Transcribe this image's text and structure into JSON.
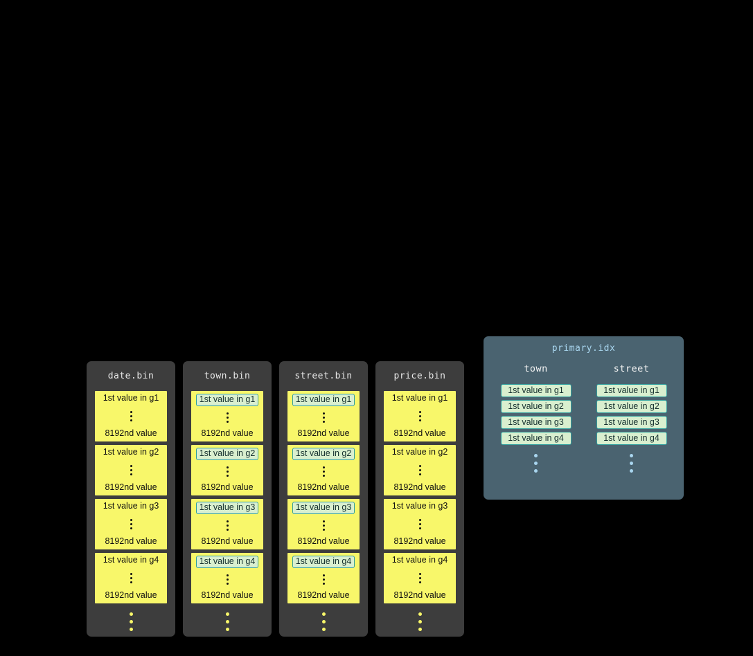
{
  "bin_files": [
    {
      "name": "date.bin",
      "granules": [
        {
          "first": "1st value in g1",
          "last": "8192nd value"
        },
        {
          "first": "1st value in g2",
          "last": "8192nd value"
        },
        {
          "first": "1st value in g3",
          "last": "8192nd value"
        },
        {
          "first": "1st value in g4",
          "last": "8192nd value"
        }
      ]
    },
    {
      "name": "town.bin",
      "granules": [
        {
          "first": "1st value in g1",
          "last": "8192nd value"
        },
        {
          "first": "1st value in g2",
          "last": "8192nd value"
        },
        {
          "first": "1st value in g3",
          "last": "8192nd value"
        },
        {
          "first": "1st value in g4",
          "last": "8192nd value"
        }
      ]
    },
    {
      "name": "street.bin",
      "granules": [
        {
          "first": "1st value in g1",
          "last": "8192nd value"
        },
        {
          "first": "1st value in g2",
          "last": "8192nd value"
        },
        {
          "first": "1st value in g3",
          "last": "8192nd value"
        },
        {
          "first": "1st value in g4",
          "last": "8192nd value"
        }
      ]
    },
    {
      "name": "price.bin",
      "granules": [
        {
          "first": "1st value in g1",
          "last": "8192nd value"
        },
        {
          "first": "1st value in g2",
          "last": "8192nd value"
        },
        {
          "first": "1st value in g3",
          "last": "8192nd value"
        },
        {
          "first": "1st value in g4",
          "last": "8192nd value"
        }
      ]
    }
  ],
  "index": {
    "title": "primary.idx",
    "columns": [
      {
        "name": "town",
        "entries": [
          "1st value in g1",
          "1st value in g2",
          "1st value in g3",
          "1st value in g4"
        ]
      },
      {
        "name": "street",
        "entries": [
          "1st value in g1",
          "1st value in g2",
          "1st value in g3",
          "1st value in g4"
        ]
      }
    ]
  },
  "colors": {
    "background": "#000000",
    "bin_panel": "#3d3d3d",
    "granule_yellow": "#f8f76a",
    "highlight_green": "#d9efcf",
    "highlight_border": "#2f9e9e",
    "index_panel": "#4a6370",
    "index_accent_blue": "#a9d6ef"
  }
}
